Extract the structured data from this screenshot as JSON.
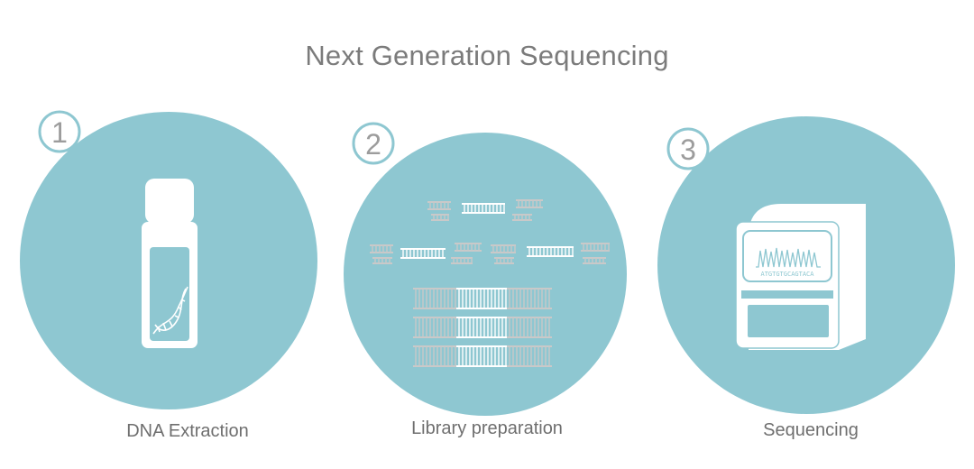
{
  "title": "Next Generation Sequencing",
  "steps": [
    {
      "number": "1",
      "label": "DNA Extraction"
    },
    {
      "number": "2",
      "label": "Library preparation"
    },
    {
      "number": "3",
      "label": "Sequencing"
    }
  ],
  "sequencer": {
    "sequence_text": "ATGTGTGCAGTACA"
  },
  "colors": {
    "circle": "#8ec7d1",
    "badge_border": "#8ec7d1",
    "fragment": "#c9c9c9",
    "white": "#ffffff"
  }
}
